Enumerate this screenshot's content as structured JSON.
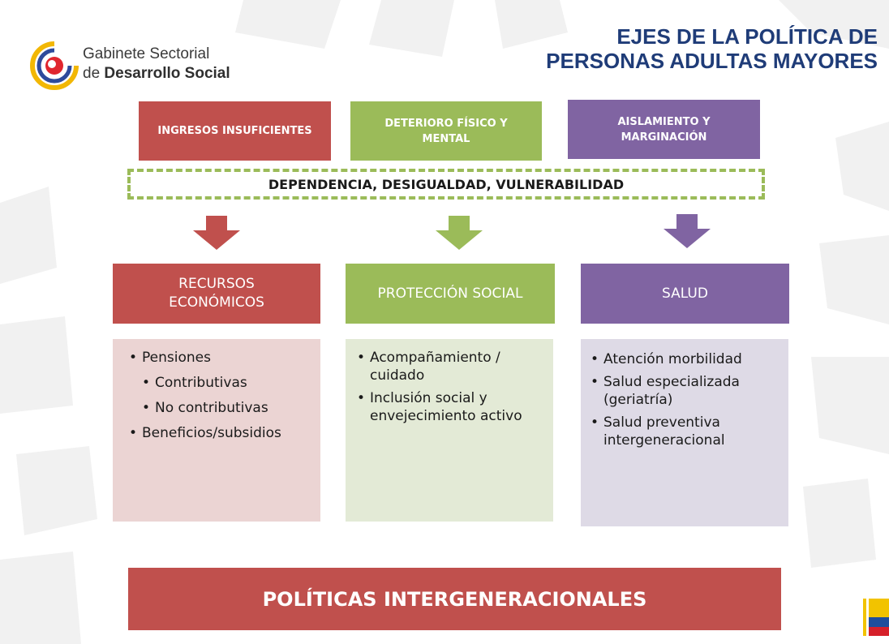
{
  "header": {
    "logo": {
      "line1": "Gabinete Sectorial",
      "line2_prefix": "de ",
      "line2_bold": "Desarrollo Social"
    },
    "title_line1": "EJES  DE LA  POLÍTICA  DE",
    "title_line2": "PERSONAS  ADULTAS MAYORES",
    "title_color": "#1f3c78"
  },
  "problems": [
    {
      "label": "INGRESOS INSUFICIENTES",
      "color": "#c0504d"
    },
    {
      "label": "DETERIORO FÍSICO Y MENTAL",
      "color": "#9bbb59"
    },
    {
      "label": "AISLAMIENTO Y MARGINACIÓN",
      "color": "#8064a2"
    }
  ],
  "band": {
    "label": "DEPENDENCIA, DESIGUALDAD, VULNERABILIDAD",
    "border_color": "#9bbb59"
  },
  "columns": [
    {
      "header": "RECURSOS ECONÓMICOS",
      "color": "#c0504d",
      "body_color": "#ebd4d3",
      "items": [
        {
          "text": "Pensiones",
          "level": 1
        },
        {
          "text": "Contributivas",
          "level": 2
        },
        {
          "text": "No contributivas",
          "level": 2
        },
        {
          "text": "Beneficios/subsidios",
          "level": 1
        }
      ]
    },
    {
      "header": "PROTECCIÓN SOCIAL",
      "color": "#9bbb59",
      "body_color": "#e3ead6",
      "items": [
        {
          "text": "Acompañamiento  /  cuidado",
          "level": 1
        },
        {
          "text": "Inclusión social y envejecimiento activo",
          "level": 1
        }
      ]
    },
    {
      "header": "SALUD",
      "color": "#8064a2",
      "body_color": "#dedae6",
      "items": [
        {
          "text": "Atención morbilidad",
          "level": 1
        },
        {
          "text": "Salud especializada (geriatría)",
          "level": 1
        },
        {
          "text": "Salud preventiva intergeneracional",
          "level": 1
        }
      ]
    }
  ],
  "footer": {
    "banner": "POLÍTICAS INTERGENERACIONALES",
    "banner_color": "#c0504d"
  }
}
